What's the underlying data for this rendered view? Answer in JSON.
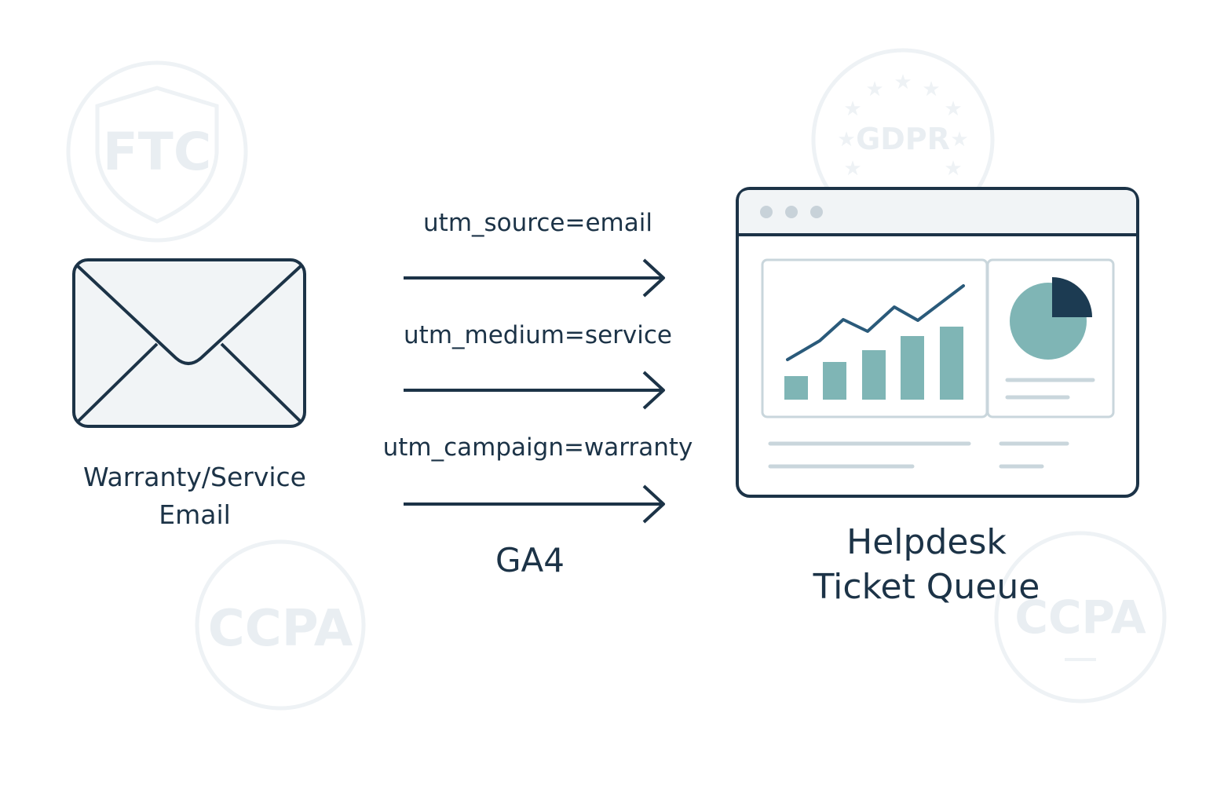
{
  "watermarks": {
    "ftc": "FTC",
    "gdpr": "GDPR",
    "ccpa_left": "CCPA",
    "ccpa_right": "CCPA"
  },
  "email_node": {
    "label_line1": "Warranty/Service",
    "label_line2": "Email",
    "icon": "envelope-icon"
  },
  "utm_params": [
    "utm_source=email",
    "utm_medium=service",
    "utm_campaign=warranty"
  ],
  "ga4_label": "GA4",
  "helpdesk_node": {
    "label_line1": "Helpdesk",
    "label_line2": "Ticket Queue",
    "icon": "dashboard-window-icon"
  },
  "colors": {
    "ink": "#1c3347",
    "accent": "#7fb5b5",
    "panel_border": "#c9d6dc",
    "watermark": "#e9eef2"
  }
}
